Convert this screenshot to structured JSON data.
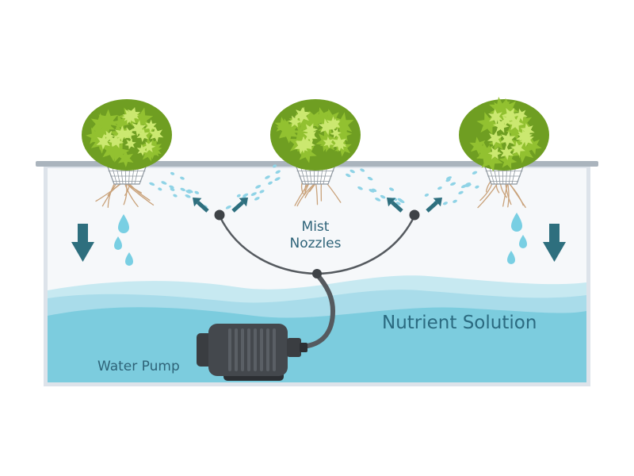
{
  "labels": {
    "mist_line1": "Mist",
    "mist_line2": "Nozzles",
    "nutrient_solution": "Nutrient Solution",
    "water_pump": "Water Pump"
  },
  "colors": {
    "tank_wall": "#dde3ea",
    "tank_rim": "#aab4bd",
    "air_space": "#f6f8fa",
    "water_deep": "#7cccde",
    "water_light": "#b4e2ec",
    "leaf_dark": "#6f9e22",
    "leaf_mid": "#92c130",
    "leaf_light": "#cbe870",
    "mist": "#8fd3e6",
    "arrow": "#2e6f7e",
    "pipe": "#555a5f",
    "pump": "#3f4347",
    "label_text": "#2e6378"
  },
  "plants": [
    {
      "name": "left-plant"
    },
    {
      "name": "center-plant"
    },
    {
      "name": "right-plant"
    }
  ]
}
